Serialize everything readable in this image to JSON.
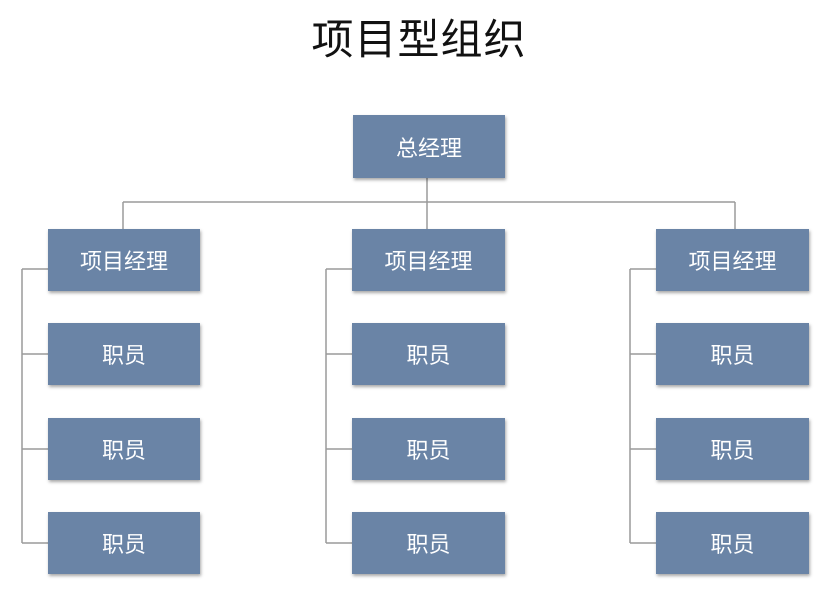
{
  "title": "项目型组织",
  "colors": {
    "node_fill": "#6a84a6",
    "node_text": "#ffffff",
    "connector": "#9a9a9a",
    "title_text": "#111111"
  },
  "root": {
    "label": "总经理"
  },
  "projects": [
    {
      "manager": "项目经理",
      "staff": [
        "职员",
        "职员",
        "职员"
      ]
    },
    {
      "manager": "项目经理",
      "staff": [
        "职员",
        "职员",
        "职员"
      ]
    },
    {
      "manager": "项目经理",
      "staff": [
        "职员",
        "职员",
        "职员"
      ]
    }
  ]
}
